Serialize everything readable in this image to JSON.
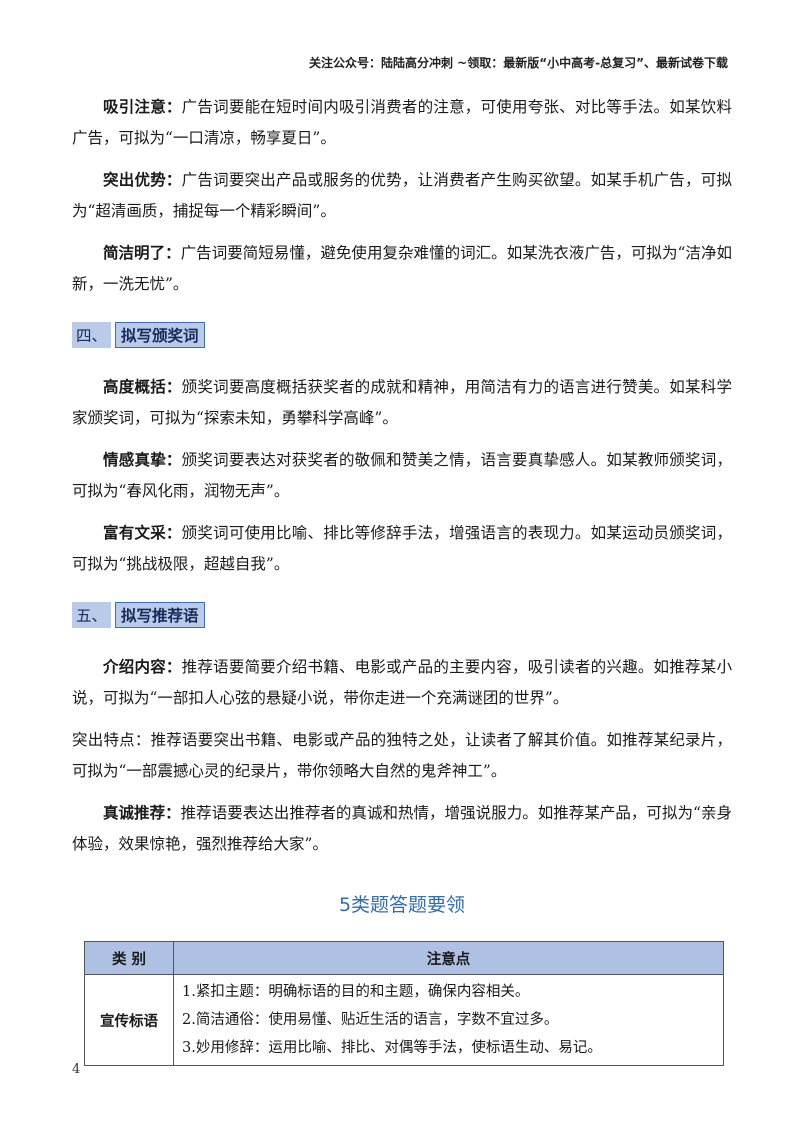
{
  "header": {
    "text": "关注公众号：陆陆高分冲刺 ~领取：最新版“小中高考-总复习”、最新试卷下载"
  },
  "ad_paras": [
    {
      "term": "吸引注意：",
      "text": "广告词要能在短时间内吸引消费者的注意，可使用夸张、对比等手法。如某饮料广告，可拟为“一口清凉，畅享夏日”。"
    },
    {
      "term": "突出优势：",
      "text": "广告词要突出产品或服务的优势，让消费者产生购买欲望。如某手机广告，可拟为“超清画质，捕捉每一个精彩瞬间”。"
    },
    {
      "term": "简洁明了：",
      "text": "广告词要简短易懂，避免使用复杂难懂的词汇。如某洗衣液广告，可拟为“洁净如新，一洗无忧”。"
    }
  ],
  "section4": {
    "num": "四、",
    "title": "拟写颁奖词",
    "paras": [
      {
        "term": "高度概括：",
        "text": "颁奖词要高度概括获奖者的成就和精神，用简洁有力的语言进行赞美。如某科学家颁奖词，可拟为“探索未知，勇攀科学高峰”。"
      },
      {
        "term": "情感真挚：",
        "text": "颁奖词要表达对获奖者的敬佩和赞美之情，语言要真挚感人。如某教师颁奖词，可拟为“春风化雨，润物无声”。"
      },
      {
        "term": "富有文采：",
        "text": "颁奖词可使用比喻、排比等修辞手法，增强语言的表现力。如某运动员颁奖词，可拟为“挑战极限，超越自我”。"
      }
    ]
  },
  "section5": {
    "num": "五、",
    "title": "拟写推荐语",
    "para1": {
      "term": "介绍内容：",
      "text": "推荐语要简要介绍书籍、电影或产品的主要内容，吸引读者的兴趣。如推荐某小说，可拟为“一部扣人心弦的悬疑小说，带你走进一个充满谜团的世界”。"
    },
    "para2": {
      "text": "突出特点：推荐语要突出书籍、电影或产品的独特之处，让读者了解其价值。如推荐某纪录片，可拟为“一部震撼心灵的纪录片，带你领略大自然的鬼斧神工”。"
    },
    "para3": {
      "term": "真诚推荐：",
      "text": "推荐语要表达出推荐者的真诚和热情，增强说服力。如推荐某产品，可拟为“亲身体验，效果惊艳，强烈推荐给大家”。"
    }
  },
  "big_title": "5类题答题要领",
  "table": {
    "headers": [
      "类 别",
      "注意点"
    ],
    "row": {
      "category": "宣传标语",
      "points": [
        "1.紧扣主题：明确标语的目的和主题，确保内容相关。",
        "2.简洁通俗：使用易懂、贴近生活的语言，字数不宜过多。",
        "3.妙用修辞：运用比喻、排比、对偶等手法，使标语生动、易记。"
      ]
    }
  },
  "page_number": "4"
}
